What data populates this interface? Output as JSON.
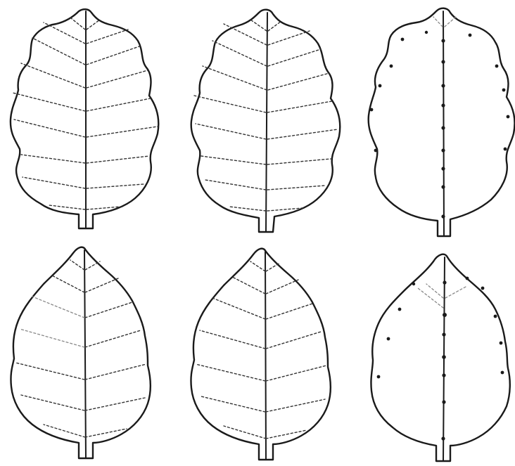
{
  "figure": {
    "leaves": [
      {
        "name": "leaf-top-left",
        "shape": "sinuate",
        "venation": "dashed-pinnate-veins"
      },
      {
        "name": "leaf-top-middle",
        "shape": "sinuate",
        "venation": "dashed-pinnate-veins"
      },
      {
        "name": "leaf-top-right",
        "shape": "sinuate",
        "venation": "dotted-markers"
      },
      {
        "name": "leaf-bottom-left",
        "shape": "ovate",
        "venation": "dashed-pinnate-veins"
      },
      {
        "name": "leaf-bottom-middle",
        "shape": "ovate",
        "venation": "dashed-pinnate-veins"
      },
      {
        "name": "leaf-bottom-right",
        "shape": "ovate",
        "venation": "dotted-markers"
      }
    ],
    "colors": {
      "ink": "#1a1a1a",
      "background": "#ffffff"
    }
  }
}
